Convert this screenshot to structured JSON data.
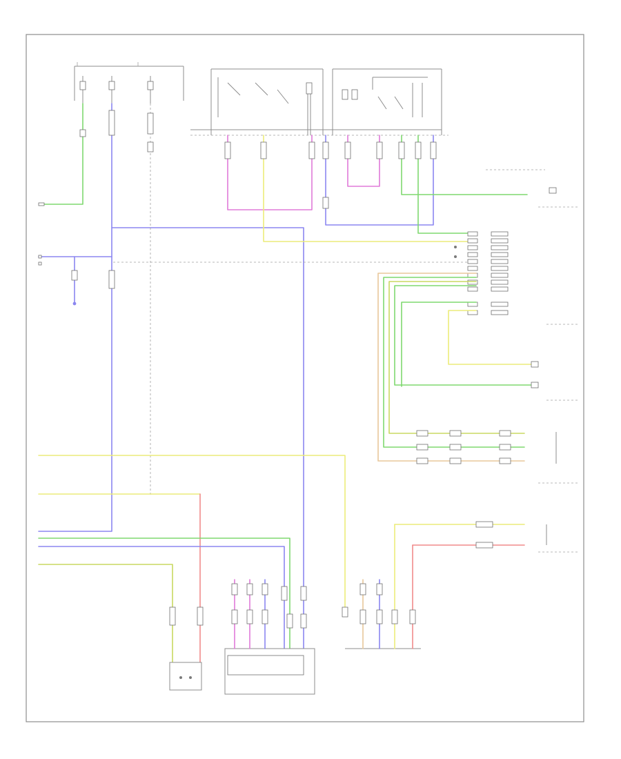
{
  "diagram": {
    "footer_code": "",
    "colors": {
      "border": "#8c8c8c",
      "green": "#7fd86f",
      "blue": "#8b86f0",
      "yellow": "#ecec7a",
      "magenta": "#e07ad8",
      "red": "#f08a8a",
      "tan": "#e8c79a",
      "olive": "#c8d860",
      "gray": "#b0b0b0"
    },
    "components": [
      "fuse-block-top-left",
      "switch-module-top-center",
      "switch-module-top-right",
      "power-distribution",
      "lamp-socket-bottom-left",
      "control-module-bottom-center",
      "connector-bottom-right",
      "side-module-right-1",
      "side-module-right-2",
      "side-module-right-3",
      "side-module-right-4"
    ]
  }
}
